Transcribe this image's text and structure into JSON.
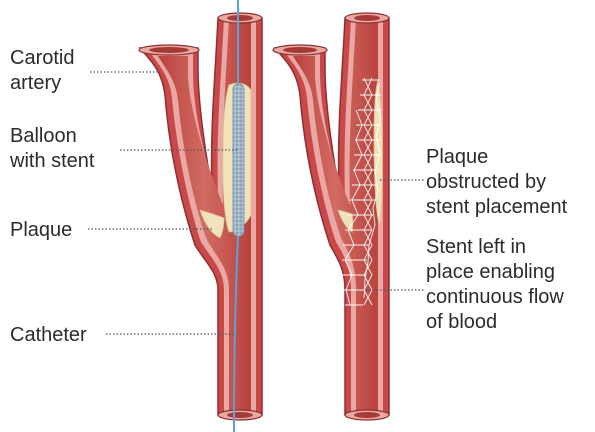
{
  "labels": {
    "carotid_artery": [
      "Carotid",
      "artery"
    ],
    "balloon_with_stent": [
      "Balloon",
      "with stent"
    ],
    "plaque": [
      "Plaque"
    ],
    "catheter": [
      "Catheter"
    ],
    "plaque_obstructed": [
      "Plaque",
      "obstructed by",
      "stent placement"
    ],
    "stent_left": [
      "Stent left in",
      "place enabling",
      "continuous flow",
      "of blood"
    ]
  },
  "colors": {
    "wall_outer": "#c9494a",
    "wall_inner": "#e9a8a3",
    "lumen": "#c2504a",
    "lumen_light": "#d8746c",
    "plaque": "#f1e2bb",
    "balloon": "#9bb3c4",
    "catheter": "#5aa3d8",
    "stent": "#ffffff"
  }
}
